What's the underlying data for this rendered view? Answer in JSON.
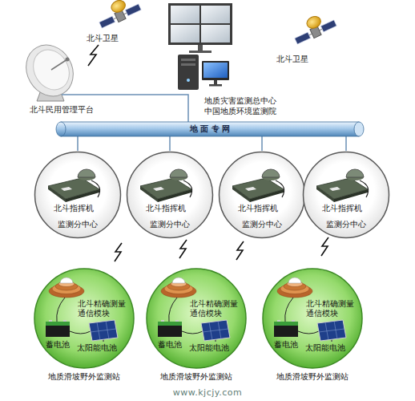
{
  "diagram": {
    "nodes": [
      {
        "text": [
          "北斗民用管理平台"
        ]
      },
      {
        "text": [
          "地质灾害监测总中心",
          "中国地质环境监测院"
        ]
      },
      {
        "text": [
          "地 面 专 网"
        ]
      },
      {
        "text": [
          "北斗指挥机",
          "监测分中心"
        ]
      },
      {
        "text": [
          "北斗指挥机",
          "监测分中心"
        ]
      },
      {
        "text": [
          "北斗指挥机",
          "监测分中心"
        ]
      },
      {
        "text": [
          "北斗指挥机",
          "监测分中心"
        ]
      },
      {
        "text": [
          "北斗精确测量 通信模块",
          "蓄电池",
          "太阳能电池",
          "地质滑坡野外监测站"
        ]
      },
      {
        "text": [
          "北斗精确测量 通信模块",
          "蓄电池",
          "太阳能电池",
          "地质滑坡野外监测站"
        ]
      },
      {
        "text": [
          "北斗精确测量 通信模块",
          "蓄电池",
          "太阳能电池",
          "地质滑坡野外监测站"
        ]
      }
    ],
    "edges": [
      {
        "from": 0,
        "to": 1,
        "arrow": "none"
      },
      {
        "from": 1,
        "to": 2,
        "arrow": "none"
      },
      {
        "from": 2,
        "to": 3,
        "arrow": "none"
      },
      {
        "from": 2,
        "to": 4,
        "arrow": "none"
      },
      {
        "from": 2,
        "to": 5,
        "arrow": "none"
      },
      {
        "from": 2,
        "to": 6,
        "arrow": "none"
      }
    ],
    "labels": [
      "北斗卫星",
      "北斗卫星",
      "www.kjcjy.com"
    ]
  }
}
